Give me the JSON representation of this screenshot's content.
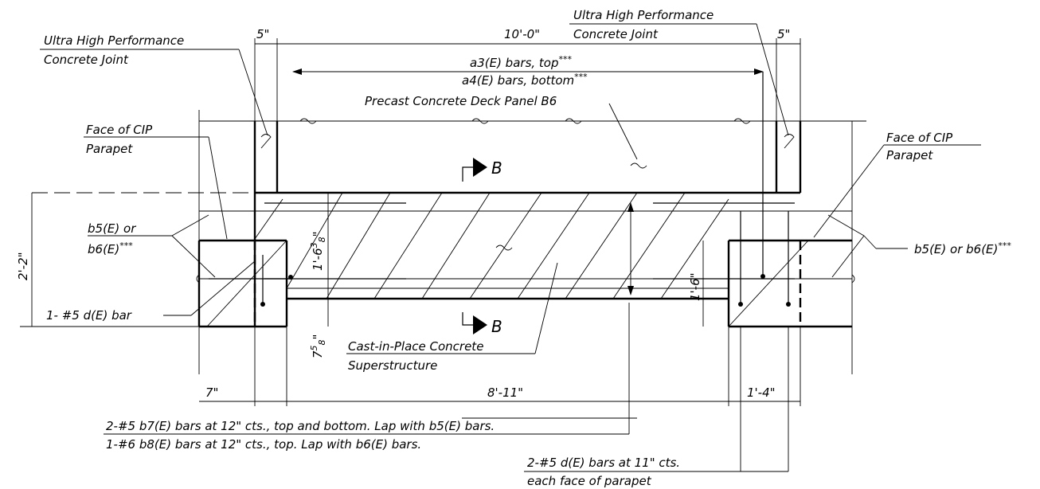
{
  "labels": {
    "uhp_left_1": "Ultra High Performance",
    "uhp_left_2": "Concrete Joint",
    "uhp_right_1": "Ultra High Performance",
    "uhp_right_2": "Concrete Joint",
    "dim_5_left": "5\"",
    "dim_10_0": "10'-0\"",
    "dim_5_right": "5\"",
    "a3_bars": "a3(E) bars, top",
    "a4_bars": "a4(E) bars, bottom",
    "stars": "***",
    "deck_panel": "Precast Concrete Deck Panel B6",
    "face_cip_left_1": "Face of CIP",
    "face_cip_left_2": "Parapet",
    "face_cip_right_1": "Face of CIP",
    "face_cip_right_2": "Parapet",
    "section_b_top": "B",
    "section_b_bottom": "B",
    "b5_left_1": "b5(E) or",
    "b6_left_2": "b6(E)",
    "b5_b6_right": "b5(E) or b6(E)",
    "d_bar_left": "1- #5 d(E) bar",
    "dim_2_2": "2'-2\"",
    "dim_1_6_38_main": "1'-6",
    "dim_1_6_38_num": "3",
    "dim_1_6_38_den": "8",
    "dim_1_6": "1'-6\"",
    "dim_7_58_main": "7",
    "dim_7_58_num": "5",
    "dim_7_58_den": "8",
    "cip_super_1": "Cast-in-Place Concrete",
    "cip_super_2": "Superstructure",
    "dim_7": "7\"",
    "dim_8_11": "8'-11\"",
    "dim_1_4": "1'-4\"",
    "note_b7": "2-#5 b7(E) bars at 12\" cts., top and bottom. Lap with b5(E) bars.",
    "note_b8": "1-#6 b8(E) bars at 12\" cts., top. Lap with b6(E) bars.",
    "note_d_1": "2-#5 d(E) bars at 11\" cts.",
    "note_d_2": "each face of parapet"
  }
}
